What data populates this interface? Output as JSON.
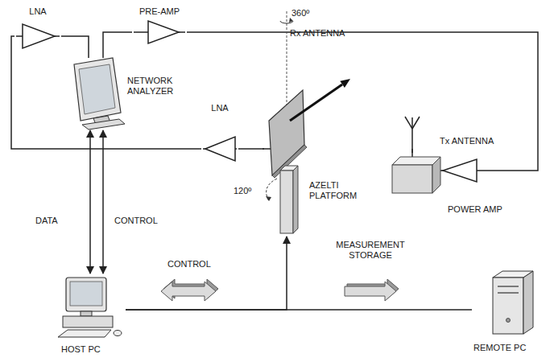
{
  "diagram": {
    "nodes": [
      {
        "text": [
          "LNA"
        ]
      },
      {
        "text": [
          "PRE-AMP"
        ]
      },
      {
        "text": [
          "NETWORK ANALYZER"
        ]
      },
      {
        "text": [
          "Rx ANTENNA"
        ]
      },
      {
        "text": [
          "Tx ANTENNA"
        ]
      },
      {
        "text": [
          "LNA"
        ]
      },
      {
        "text": [
          "AZELTI PLATFORM"
        ]
      },
      {
        "text": [
          "POWER AMP"
        ]
      },
      {
        "text": [
          "HOST PC"
        ]
      },
      {
        "text": [
          "REMOTE PC"
        ]
      }
    ],
    "edges": [
      {
        "from": 3,
        "to": 5,
        "arrow": "none"
      },
      {
        "from": 5,
        "to": 0,
        "arrow": "none"
      },
      {
        "from": 0,
        "to": 2,
        "arrow": "none"
      },
      {
        "from": 2,
        "to": 1,
        "arrow": "none"
      },
      {
        "from": 1,
        "to": 7,
        "arrow": "none"
      },
      {
        "from": 7,
        "to": 4,
        "arrow": "none"
      },
      {
        "from": 8,
        "to": 2,
        "label": "DATA",
        "arrow": "both"
      },
      {
        "from": 2,
        "to": 8,
        "label": "CONTROL",
        "arrow": "both"
      },
      {
        "from": 8,
        "to": 6,
        "arrow": "to"
      },
      {
        "from": 8,
        "to": 9,
        "arrow": "none"
      }
    ],
    "labels": [
      "360º",
      "120º",
      "CONTROL",
      "MEASUREMENT STORAGE"
    ]
  }
}
